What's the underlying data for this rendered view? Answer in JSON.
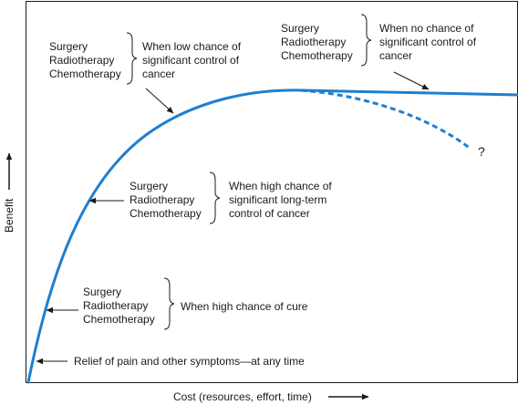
{
  "axes": {
    "x_label": "Cost (resources, effort, time)",
    "y_label": "Benefit"
  },
  "colors": {
    "curve": "#1e7fd0",
    "text": "#1a1a1a",
    "frame": "#1a1a1a"
  },
  "annotations": [
    {
      "treatments": [
        "Surgery",
        "Radiotherapy",
        "Chemotherapy"
      ],
      "condition": [
        "When no chance of",
        "significant control of",
        "cancer"
      ]
    },
    {
      "treatments": [
        "Surgery",
        "Radiotherapy",
        "Chemotherapy"
      ],
      "condition": [
        "When low chance of",
        "significant control of",
        "cancer"
      ]
    },
    {
      "treatments": [
        "Surgery",
        "Radiotherapy",
        "Chemotherapy"
      ],
      "condition": [
        "When high chance of",
        "significant long-term",
        "control of cancer"
      ]
    },
    {
      "treatments": [
        "Surgery",
        "Radiotherapy",
        "Chemotherapy"
      ],
      "condition": [
        "When high chance of cure"
      ]
    }
  ],
  "relief_label": "Relief of pain and other symptoms—at any time",
  "question_mark": "?"
}
